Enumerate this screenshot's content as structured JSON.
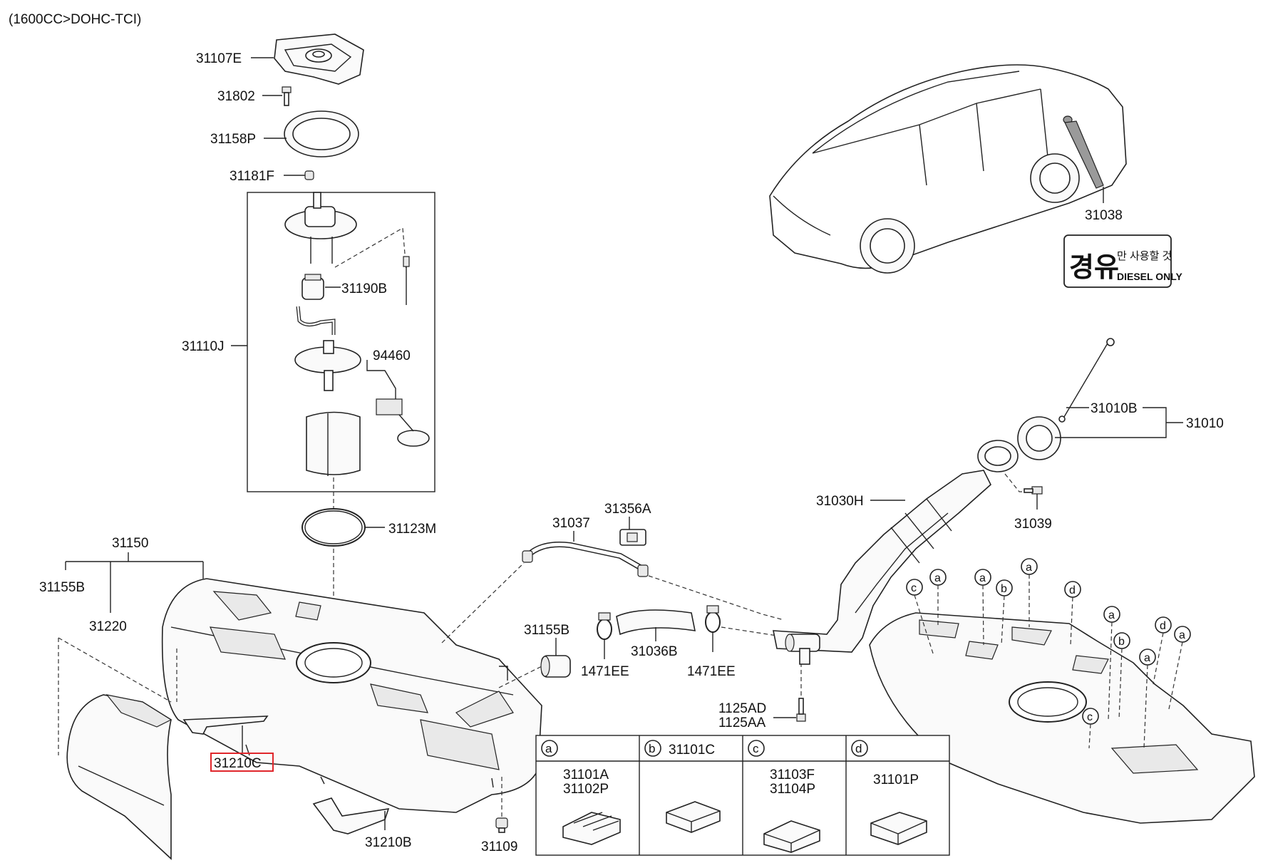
{
  "header": {
    "engine": "(1600CC>DOHC-TCI)"
  },
  "labels": {
    "p31107E": "31107E",
    "p31802": "31802",
    "p31158P": "31158P",
    "p31181F": "31181F",
    "p31190B": "31190B",
    "p31110J": "31110J",
    "p94460": "94460",
    "p31123M": "31123M",
    "p31150": "31150",
    "p31155B_left": "31155B",
    "p31220": "31220",
    "p31210C": "31210C",
    "p31210B": "31210B",
    "p31109": "31109",
    "p31037": "31037",
    "p31356A": "31356A",
    "p31155B_mid": "31155B",
    "p31036B": "31036B",
    "p1471EE_l": "1471EE",
    "p1471EE_r": "1471EE",
    "p1125AD": "1125AD",
    "p1125AA": "1125AA",
    "p31030H": "31030H",
    "p31039": "31039",
    "p31010B": "31010B",
    "p31010": "31010",
    "p31038": "31038"
  },
  "decal": {
    "korean_big": "경유",
    "korean_small": "만 사용할 것",
    "english": "DIESEL ONLY"
  },
  "legend": {
    "cells": [
      {
        "key": "a",
        "title": "31101A",
        "parts": [
          "31101A",
          "31102P"
        ]
      },
      {
        "key": "b",
        "title": "31101C",
        "parts": []
      },
      {
        "key": "c",
        "title": "31103F",
        "parts": [
          "31103F",
          "31104P"
        ]
      },
      {
        "key": "d",
        "title": "31101P",
        "parts": [
          "31101P"
        ]
      }
    ]
  },
  "callouts": [
    "c",
    "a",
    "a",
    "b",
    "a",
    "d",
    "a",
    "d",
    "b",
    "a",
    "a",
    "c"
  ],
  "highlight": {
    "part": "31210C",
    "color": "#e0262b"
  }
}
